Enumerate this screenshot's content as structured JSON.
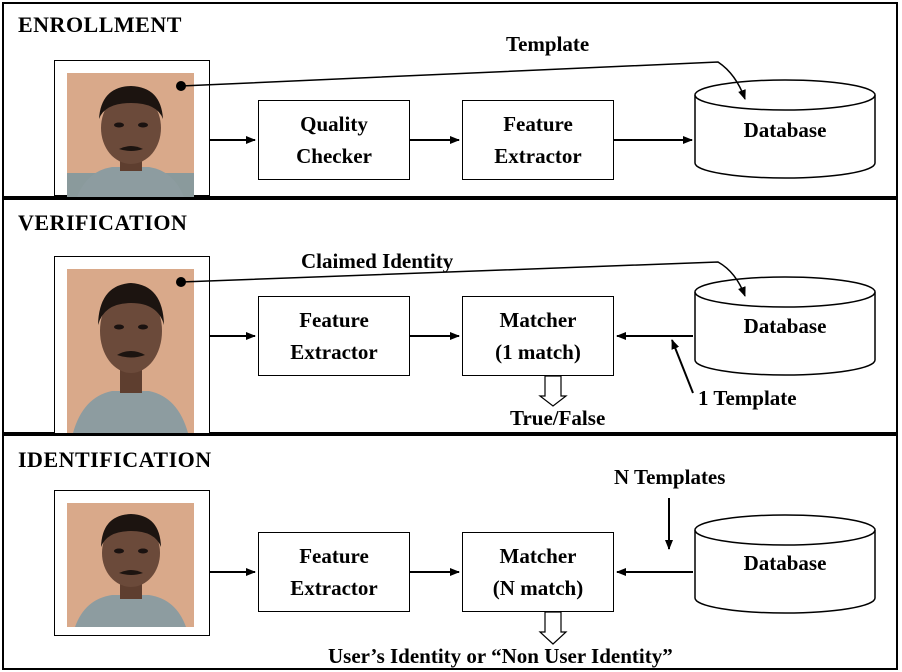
{
  "enrollment": {
    "title": "ENROLLMENT",
    "template_label": "Template",
    "box1_line1": "Quality",
    "box1_line2": "Checker",
    "box2_line1": "Feature",
    "box2_line2": "Extractor",
    "database_label": "Database"
  },
  "verification": {
    "title": "VERIFICATION",
    "claimed_identity_label": "Claimed Identity",
    "box1_line1": "Feature",
    "box1_line2": "Extractor",
    "matcher_line1": "Matcher",
    "matcher_line2": "(1 match)",
    "database_label": "Database",
    "template_label": "1 Template",
    "output_label": "True/False"
  },
  "identification": {
    "title": "IDENTIFICATION",
    "templates_label": "N Templates",
    "box1_line1": "Feature",
    "box1_line2": "Extractor",
    "matcher_line1": "Matcher",
    "matcher_line2": "(N match)",
    "database_label": "Database",
    "output_label": "User’s Identity or “Non User Identity”"
  },
  "colors": {
    "skin": "#6b4a3a",
    "hair": "#1c1410",
    "background": "#d9a98a",
    "shirt": "#8a9a9c"
  }
}
